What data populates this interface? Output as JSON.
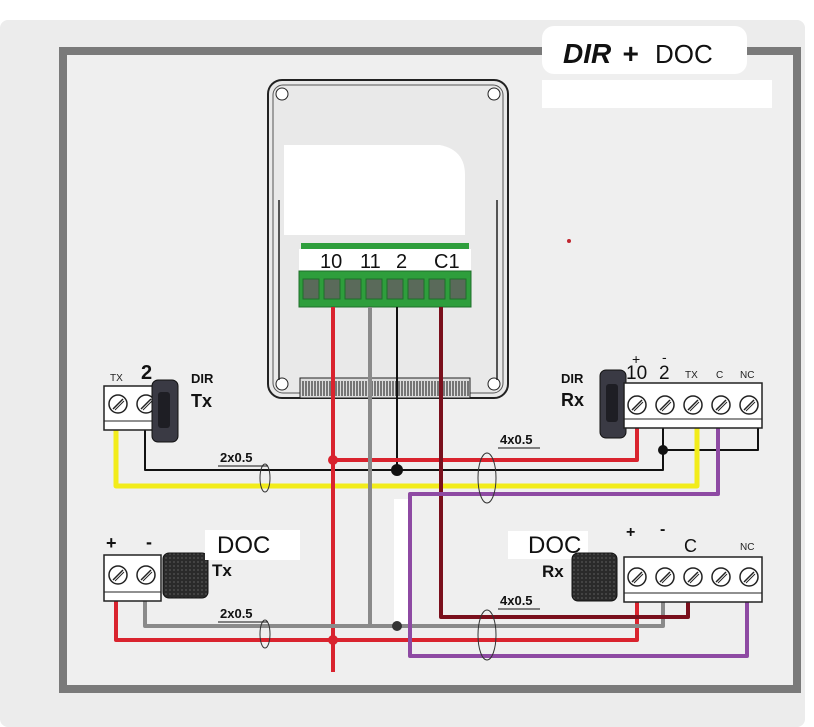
{
  "title": {
    "dir": "DIR",
    "plus": "+",
    "doc": "DOC"
  },
  "control_board": {
    "terminals": [
      "10",
      "11",
      "2",
      "C1"
    ]
  },
  "dir_tx": {
    "name": "DIR",
    "role": "Tx",
    "terminals": [
      "TX",
      "2"
    ]
  },
  "dir_rx": {
    "name": "DIR",
    "role": "Rx",
    "terminals": [
      "10",
      "2",
      "TX",
      "C",
      "NC"
    ],
    "polarity": [
      "+",
      "-"
    ]
  },
  "doc_tx": {
    "name": "DOC",
    "role": "Tx",
    "terminals": [
      "+",
      "-"
    ]
  },
  "doc_rx": {
    "name": "DOC",
    "role": "Rx",
    "terminals": [
      "+",
      "-",
      "C",
      "NC"
    ]
  },
  "cables": {
    "dir_tx": "2x0.5",
    "dir_rx": "4x0.5",
    "doc_tx": "2x0.5",
    "doc_rx": "4x0.5"
  },
  "colors": {
    "red": "#d9232e",
    "dark_red": "#7a0f1c",
    "grey": "#8a8a8a",
    "black": "#111111",
    "yellow": "#f2ec1a",
    "purple": "#8e4aa3",
    "terminal_green": "#2e9e3c",
    "frame_grey": "#7a7a7a",
    "panel_bg": "#eeeeee"
  }
}
